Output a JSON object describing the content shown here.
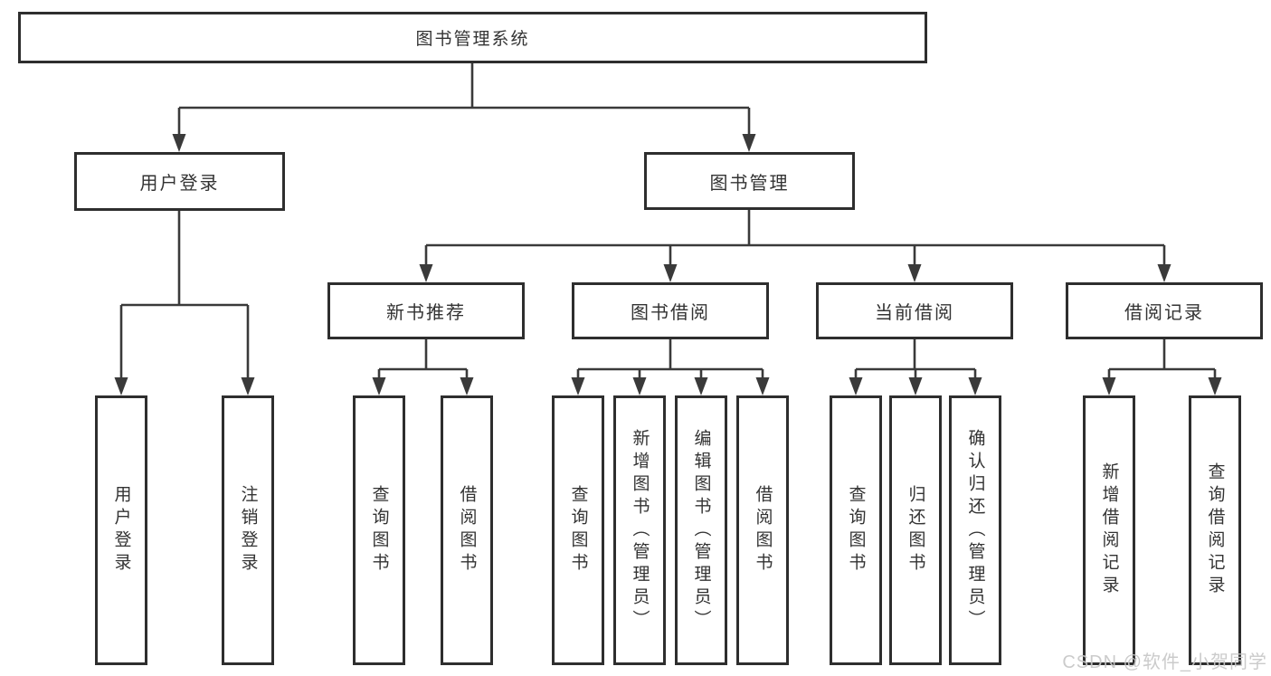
{
  "diagram": {
    "root": {
      "label": "图书管理系统"
    },
    "branches": [
      {
        "label": "用户登录",
        "children": [
          {
            "label": "用户登录"
          },
          {
            "label": "注销登录"
          }
        ]
      },
      {
        "label": "图书管理",
        "children": [
          {
            "label": "新书推荐",
            "children": [
              {
                "label": "查询图书"
              },
              {
                "label": "借阅图书"
              }
            ]
          },
          {
            "label": "图书借阅",
            "children": [
              {
                "label": "查询图书"
              },
              {
                "label": "新增图书（管理员）"
              },
              {
                "label": "编辑图书（管理员）"
              },
              {
                "label": "借阅图书"
              }
            ]
          },
          {
            "label": "当前借阅",
            "children": [
              {
                "label": "查询图书"
              },
              {
                "label": "归还图书"
              },
              {
                "label": "确认归还（管理员）"
              }
            ]
          },
          {
            "label": "借阅记录",
            "children": [
              {
                "label": "新增借阅记录"
              },
              {
                "label": "查询借阅记录"
              }
            ]
          }
        ]
      }
    ]
  },
  "watermark": {
    "text": "CSDN @软件_小贺同学"
  },
  "colors": {
    "line": "#3a3a3a",
    "border": "#2e2e2e",
    "text": "#333333",
    "watermark": "#c7c7c7",
    "bg": "#ffffff"
  }
}
